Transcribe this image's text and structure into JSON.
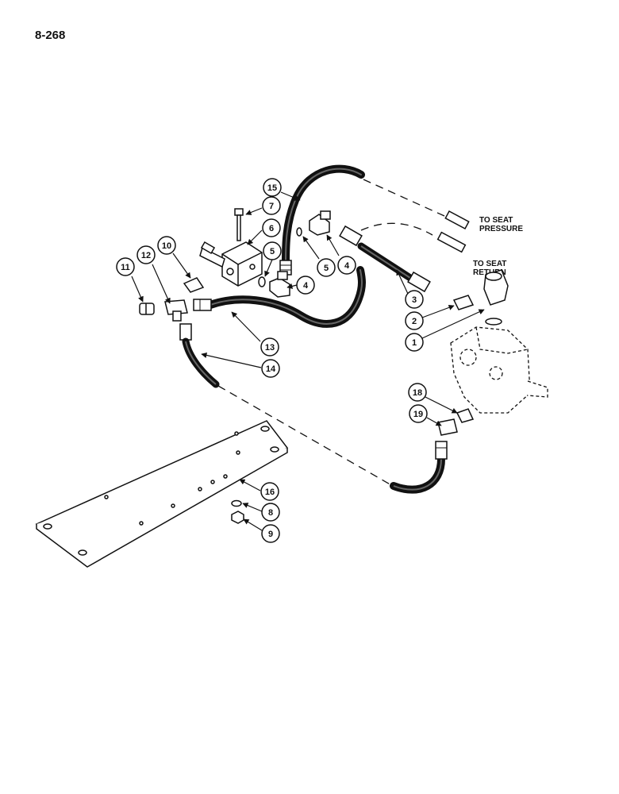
{
  "page_number": "8-268",
  "labels": {
    "to_seat_pressure_line1": "TO SEAT",
    "to_seat_pressure_line2": "PRESSURE",
    "to_seat_return_line1": "TO SEAT",
    "to_seat_return_line2": "RETURN"
  },
  "callouts": {
    "c15": "15",
    "c7": "7",
    "c6": "6",
    "c5a": "5",
    "c5b": "5",
    "c4a": "4",
    "c4b": "4",
    "c10": "10",
    "c12": "12",
    "c11": "11",
    "c3": "3",
    "c2": "2",
    "c1": "1",
    "c13": "13",
    "c14": "14",
    "c18": "18",
    "c19": "19",
    "c16": "16",
    "c8": "8",
    "c9": "9"
  }
}
